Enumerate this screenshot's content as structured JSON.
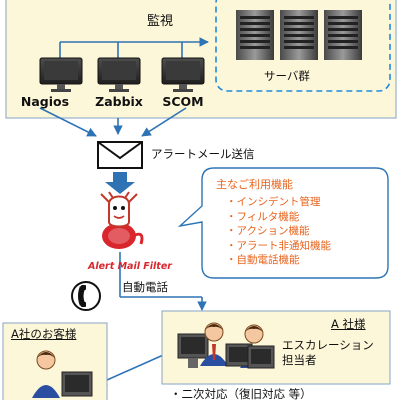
{
  "monitor_panel": {
    "title": "監視",
    "tools": [
      "Nagios",
      "Zabbix",
      "SCOM"
    ],
    "servers_label": "サーバ群"
  },
  "alert_mail": {
    "label": "アラートメール送信"
  },
  "product": {
    "logo_text": "Alert Mail Filter"
  },
  "features": {
    "title": "主なご利用機能",
    "items": [
      "・インシデント管理",
      "・フィルタ機能",
      "・アクション機能",
      "・アラート非通知機能",
      "・自動電話機能"
    ]
  },
  "auto_call": {
    "label": "自動電話"
  },
  "customer": {
    "title": "A社のお客様"
  },
  "company_a": {
    "title": "A 社様",
    "role_line1": "エスカレーション",
    "role_line2": "担当者",
    "note": "・二次対応（復旧対応 等）"
  },
  "colors": {
    "panel_fill": "#fdf7d9",
    "panel_border": "#86a3c6",
    "arrow": "#2e74b5",
    "dashed": "#1f8be0",
    "callout_border": "#2e74b5",
    "feature_text": "#e8641e"
  }
}
